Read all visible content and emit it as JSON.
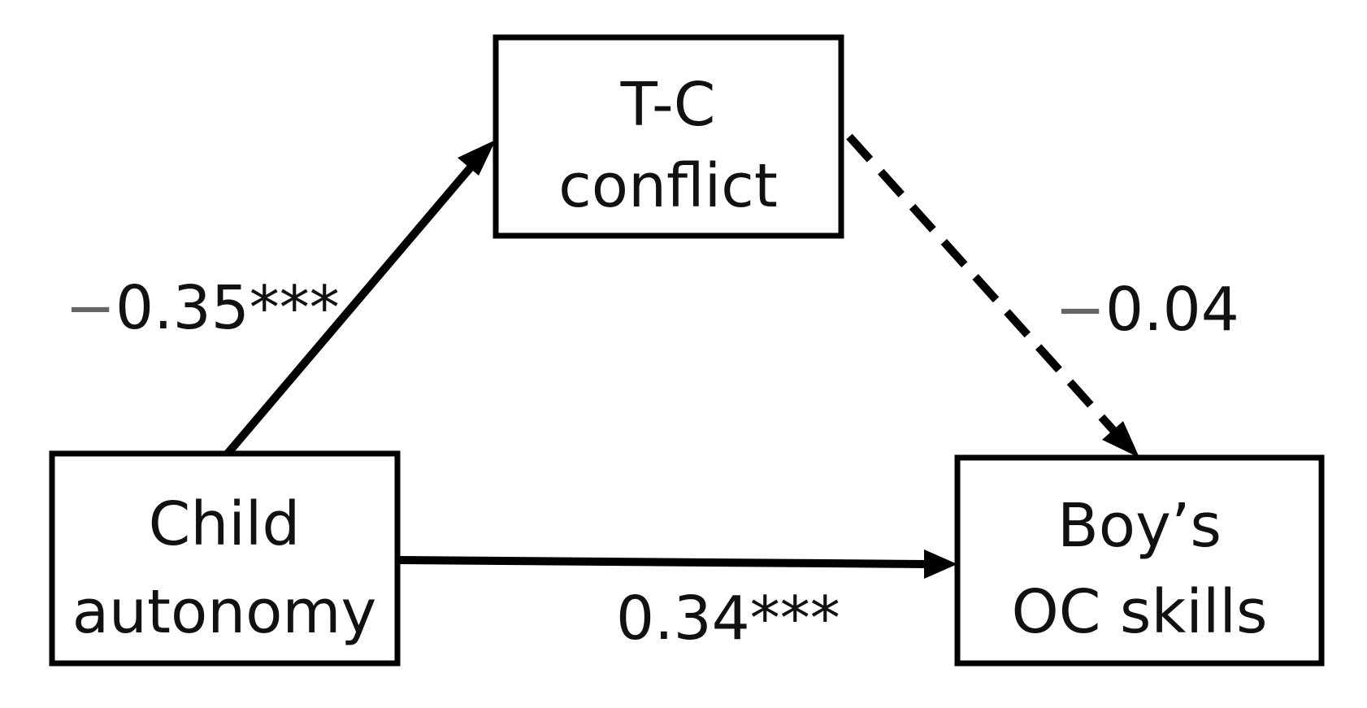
{
  "nodes": {
    "mediator": {
      "line1": "T-C",
      "line2": "conflict"
    },
    "predictor": {
      "line1": "Child",
      "line2": "autonomy"
    },
    "outcome": {
      "line1": "Boy’s",
      "line2": "OC skills"
    }
  },
  "paths": {
    "a": {
      "sign": "−",
      "value": "0.35***",
      "style": "solid"
    },
    "b": {
      "sign": "−",
      "value": "0.04",
      "style": "dashed"
    },
    "c": {
      "sign": "",
      "value": "0.34***",
      "style": "solid"
    }
  },
  "colors": {
    "stroke": "#000000",
    "text": "#111111",
    "minus_sign": "#666666",
    "background": "#ffffff"
  }
}
